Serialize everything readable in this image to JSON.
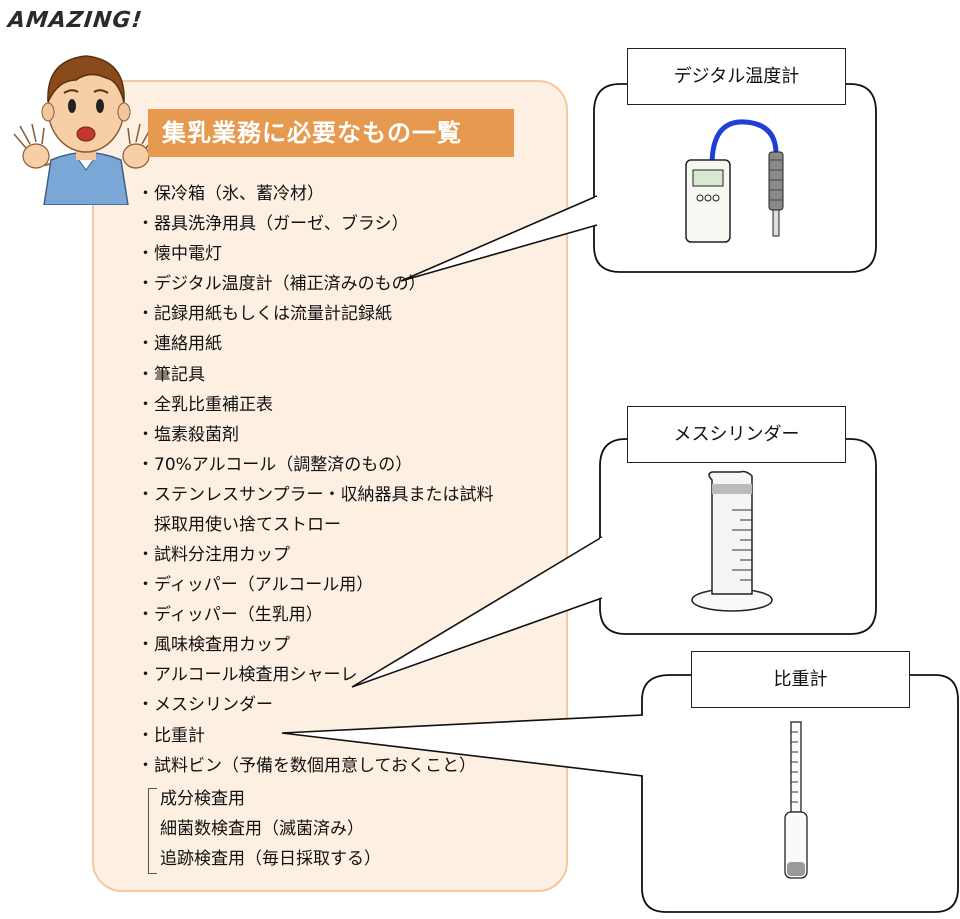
{
  "banner": {
    "exclaim": "AMAZING!"
  },
  "heading": "集乳業務に必要なもの一覧",
  "items": [
    "・保冷箱（氷、蓄冷材）",
    "・器具洗浄用具（ガーゼ、ブラシ）",
    "・懐中電灯",
    "・デジタル温度計（補正済みのもの）",
    "・記録用紙もしくは流量計記録紙",
    "・連絡用紙",
    "・筆記具",
    "・全乳比重補正表",
    "・塩素殺菌剤",
    "・70%アルコール（調整済のもの）",
    "・ステンレスサンプラー・収納器具または試料",
    "　採取用使い捨てストロー",
    "・試料分注用カップ",
    "・ディッパー（アルコール用）",
    "・ディッパー（生乳用）",
    "・風味検査用カップ",
    "・アルコール検査用シャーレ",
    "・メスシリンダー",
    "・比重計",
    "・試料ビン（予備を数個用意しておくこと）"
  ],
  "sub_items": [
    "成分検査用",
    "細菌数検査用（滅菌済み）",
    "追跡検査用（毎日採取する）"
  ],
  "callouts": {
    "thermometer": "デジタル温度計",
    "cylinder": "メスシリンダー",
    "hydrometer": "比重計"
  },
  "colors": {
    "box_bg": "#fdf0e2",
    "box_border": "#f2c9a0",
    "heading_bg": "#e59a4f",
    "thermo_cable": "#1f3fd6"
  }
}
